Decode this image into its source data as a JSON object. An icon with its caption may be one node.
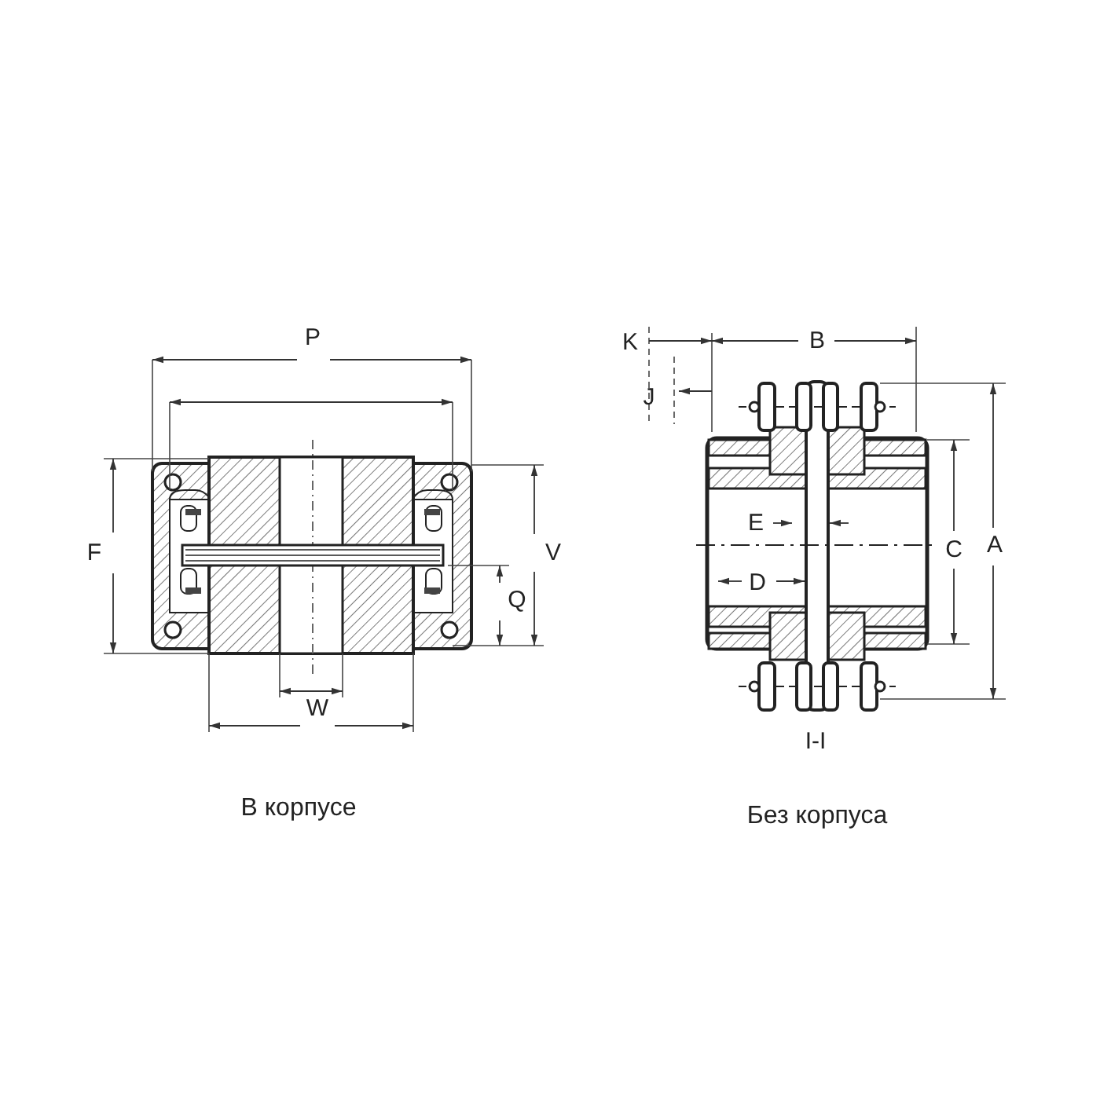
{
  "diagram": {
    "labels": [
      "P",
      "F",
      "V",
      "Q",
      "W",
      "В корпусе",
      "K",
      "B",
      "J",
      "E",
      "C",
      "A",
      "D",
      "I-I",
      "Без корпуса"
    ]
  }
}
